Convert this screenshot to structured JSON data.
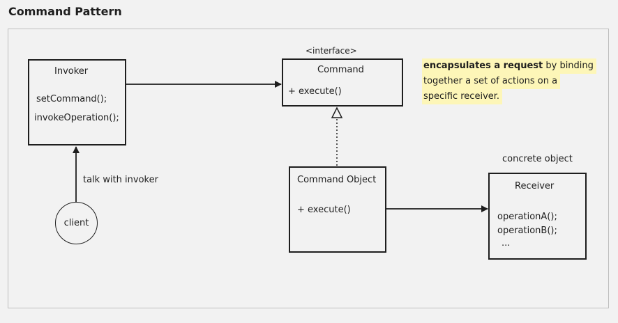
{
  "title": "Command Pattern",
  "invoker": {
    "name": "Invoker",
    "methods": [
      "setCommand();",
      "invokeOperation();"
    ]
  },
  "command": {
    "stereotype": "<interface>",
    "name": "Command",
    "methods": [
      "+ execute()"
    ]
  },
  "command_object": {
    "name": "Command Object",
    "methods": [
      "+ execute()"
    ]
  },
  "receiver": {
    "caption": "concrete object",
    "name": "Receiver",
    "methods": [
      "operationA();",
      "operationB();",
      "..."
    ]
  },
  "client": {
    "label": "client",
    "edge_label": "talk with invoker"
  },
  "note": {
    "bold": "encapsulates a request",
    "line1_rest": " by binding",
    "line2": "together a set of actions on a",
    "line3": "specific receiver."
  },
  "colors": {
    "highlight": "#fdf6b8",
    "stroke": "#1e1e1e",
    "background": "#f2f2f2"
  }
}
